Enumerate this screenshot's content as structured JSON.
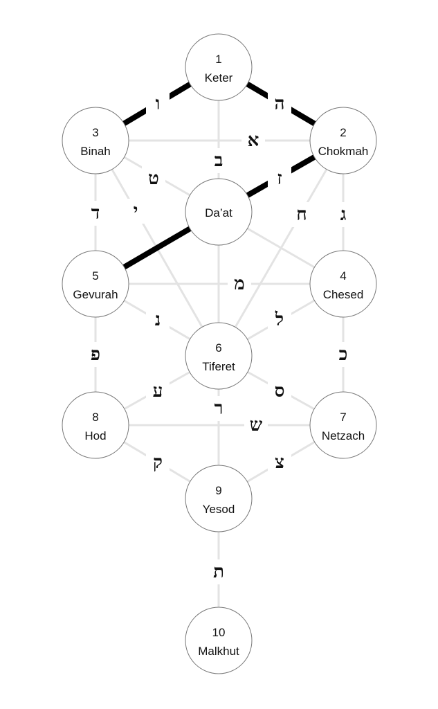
{
  "colors": {
    "path": "#e3e3e3",
    "strong_path": "#000000",
    "node_stroke": "#777777"
  },
  "nodes": [
    {
      "id": "keter",
      "number": "1",
      "name": "Keter"
    },
    {
      "id": "chokmah",
      "number": "2",
      "name": "Chokmah"
    },
    {
      "id": "binah",
      "number": "3",
      "name": "Binah"
    },
    {
      "id": "daat",
      "number": "",
      "name": "Da’at"
    },
    {
      "id": "chesed",
      "number": "4",
      "name": "Chesed"
    },
    {
      "id": "gevurah",
      "number": "5",
      "name": "Gevurah"
    },
    {
      "id": "tiferet",
      "number": "6",
      "name": "Tiferet"
    },
    {
      "id": "netzach",
      "number": "7",
      "name": "Netzach"
    },
    {
      "id": "hod",
      "number": "8",
      "name": "Hod"
    },
    {
      "id": "yesod",
      "number": "9",
      "name": "Yesod"
    },
    {
      "id": "malkhut",
      "number": "10",
      "name": "Malkhut"
    }
  ],
  "paths": [
    {
      "from": "keter",
      "to": "binah",
      "letter": "ו",
      "strong": true
    },
    {
      "from": "keter",
      "to": "chokmah",
      "letter": "ה",
      "strong": true
    },
    {
      "from": "keter",
      "to": "daat",
      "letter": "ב",
      "strong": false
    },
    {
      "from": "binah",
      "to": "chokmah",
      "letter": "א",
      "strong": false
    },
    {
      "from": "chokmah",
      "to": "daat",
      "letter": "ז",
      "strong": true
    },
    {
      "from": "binah",
      "to": "daat",
      "letter": "ט",
      "strong": false
    },
    {
      "from": "binah",
      "to": "gevurah",
      "letter": "ד",
      "strong": false
    },
    {
      "from": "binah",
      "to": "tiferet",
      "letter": "י",
      "strong": false
    },
    {
      "from": "chokmah",
      "to": "tiferet",
      "letter": "ח",
      "strong": false
    },
    {
      "from": "chokmah",
      "to": "chesed",
      "letter": "ג",
      "strong": false
    },
    {
      "from": "daat",
      "to": "gevurah",
      "letter": "",
      "strong": true
    },
    {
      "from": "daat",
      "to": "chesed",
      "letter": "",
      "strong": false
    },
    {
      "from": "daat",
      "to": "tiferet",
      "letter": "",
      "strong": false
    },
    {
      "from": "gevurah",
      "to": "chesed",
      "letter": "מ",
      "strong": false
    },
    {
      "from": "gevurah",
      "to": "tiferet",
      "letter": "נ",
      "strong": false
    },
    {
      "from": "chesed",
      "to": "tiferet",
      "letter": "ל",
      "strong": false
    },
    {
      "from": "gevurah",
      "to": "hod",
      "letter": "פ",
      "strong": false
    },
    {
      "from": "chesed",
      "to": "netzach",
      "letter": "כ",
      "strong": false
    },
    {
      "from": "tiferet",
      "to": "hod",
      "letter": "ע",
      "strong": false
    },
    {
      "from": "tiferet",
      "to": "netzach",
      "letter": "ס",
      "strong": false
    },
    {
      "from": "tiferet",
      "to": "yesod",
      "letter": "ר",
      "strong": false
    },
    {
      "from": "hod",
      "to": "netzach",
      "letter": "ש",
      "strong": false
    },
    {
      "from": "hod",
      "to": "yesod",
      "letter": "ק",
      "strong": false
    },
    {
      "from": "netzach",
      "to": "yesod",
      "letter": "צ",
      "strong": false
    },
    {
      "from": "yesod",
      "to": "malkhut",
      "letter": "ת",
      "strong": false
    }
  ]
}
